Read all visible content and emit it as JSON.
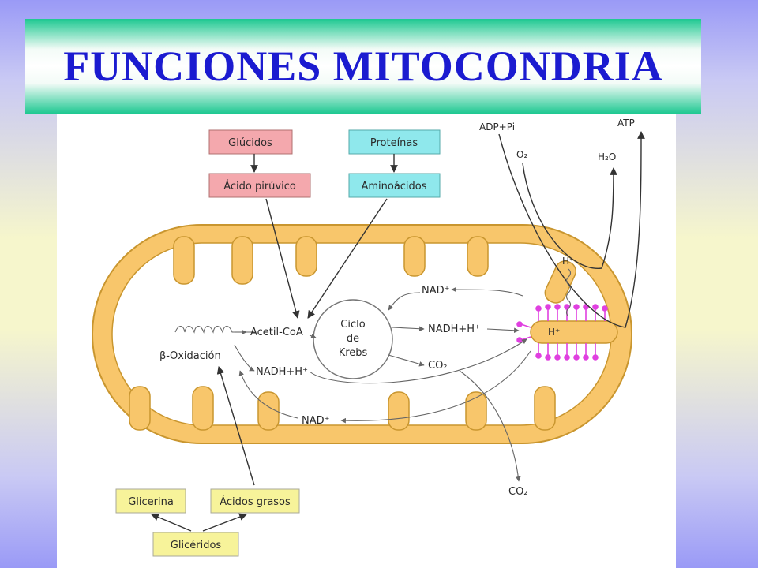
{
  "slide": {
    "title": "FUNCIONES MITOCONDRIA"
  },
  "colors": {
    "membrane": "#f8c66b",
    "pink_box": "#f4a8ad",
    "cyan_box": "#8fe8ec",
    "yellow_box": "#f7f39a",
    "particles": "#e040e0",
    "title_text": "#1b1bd0"
  },
  "diagram": {
    "sources": {
      "glucidos": "Glúcidos",
      "acido_piruvico": "Ácido pirúvico",
      "proteinas": "Proteínas",
      "aminoacidos": "Aminoácidos",
      "glicerina": "Glicerina",
      "acidos_grasos": "Ácidos grasos",
      "gliceridos": "Glicéridos"
    },
    "interior": {
      "acetil_coa": "Acetil-CoA",
      "beta_oxidacion": "β-Oxidación",
      "ciclo": "Ciclo",
      "de": "de",
      "krebs": "Krebs",
      "nad_top": "NAD⁺",
      "nadh_right": "NADH+H⁺",
      "co2_inner": "CO₂",
      "nadh_left": "NADH+H⁺",
      "nad_bottom": "NAD⁺"
    },
    "respiration": {
      "adp_pi": "ADP+Pi",
      "o2": "O₂",
      "atp": "ATP",
      "h2o": "H₂O",
      "h_plus_top": "H⁺",
      "h_plus_bottom": "H⁺",
      "co2_out": "CO₂"
    }
  }
}
